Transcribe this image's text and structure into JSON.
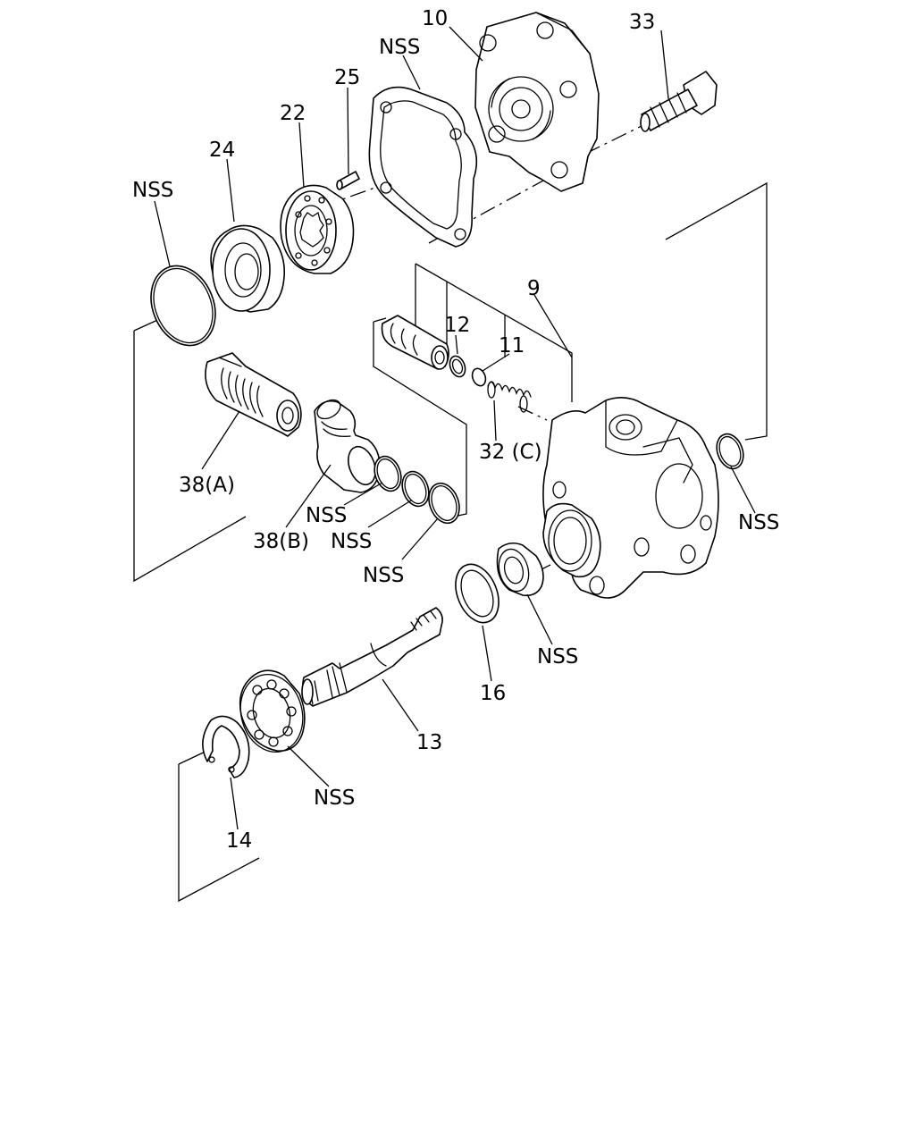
{
  "labels": {
    "p10": "10",
    "p33": "33",
    "nss_gasket": "NSS",
    "p25": "25",
    "p22": "22",
    "p24": "24",
    "nss_oring_left": "NSS",
    "p9": "9",
    "p12": "12",
    "p11": "11",
    "p32c": "32 (C)",
    "p38a": "38(A)",
    "nss_ring1": "NSS",
    "nss_ring2": "NSS",
    "nss_ring3": "NSS",
    "p38b": "38(B)",
    "nss_oring_right": "NSS",
    "nss_seal": "NSS",
    "p16": "16",
    "p13": "13",
    "nss_bearing": "NSS",
    "p14": "14"
  }
}
